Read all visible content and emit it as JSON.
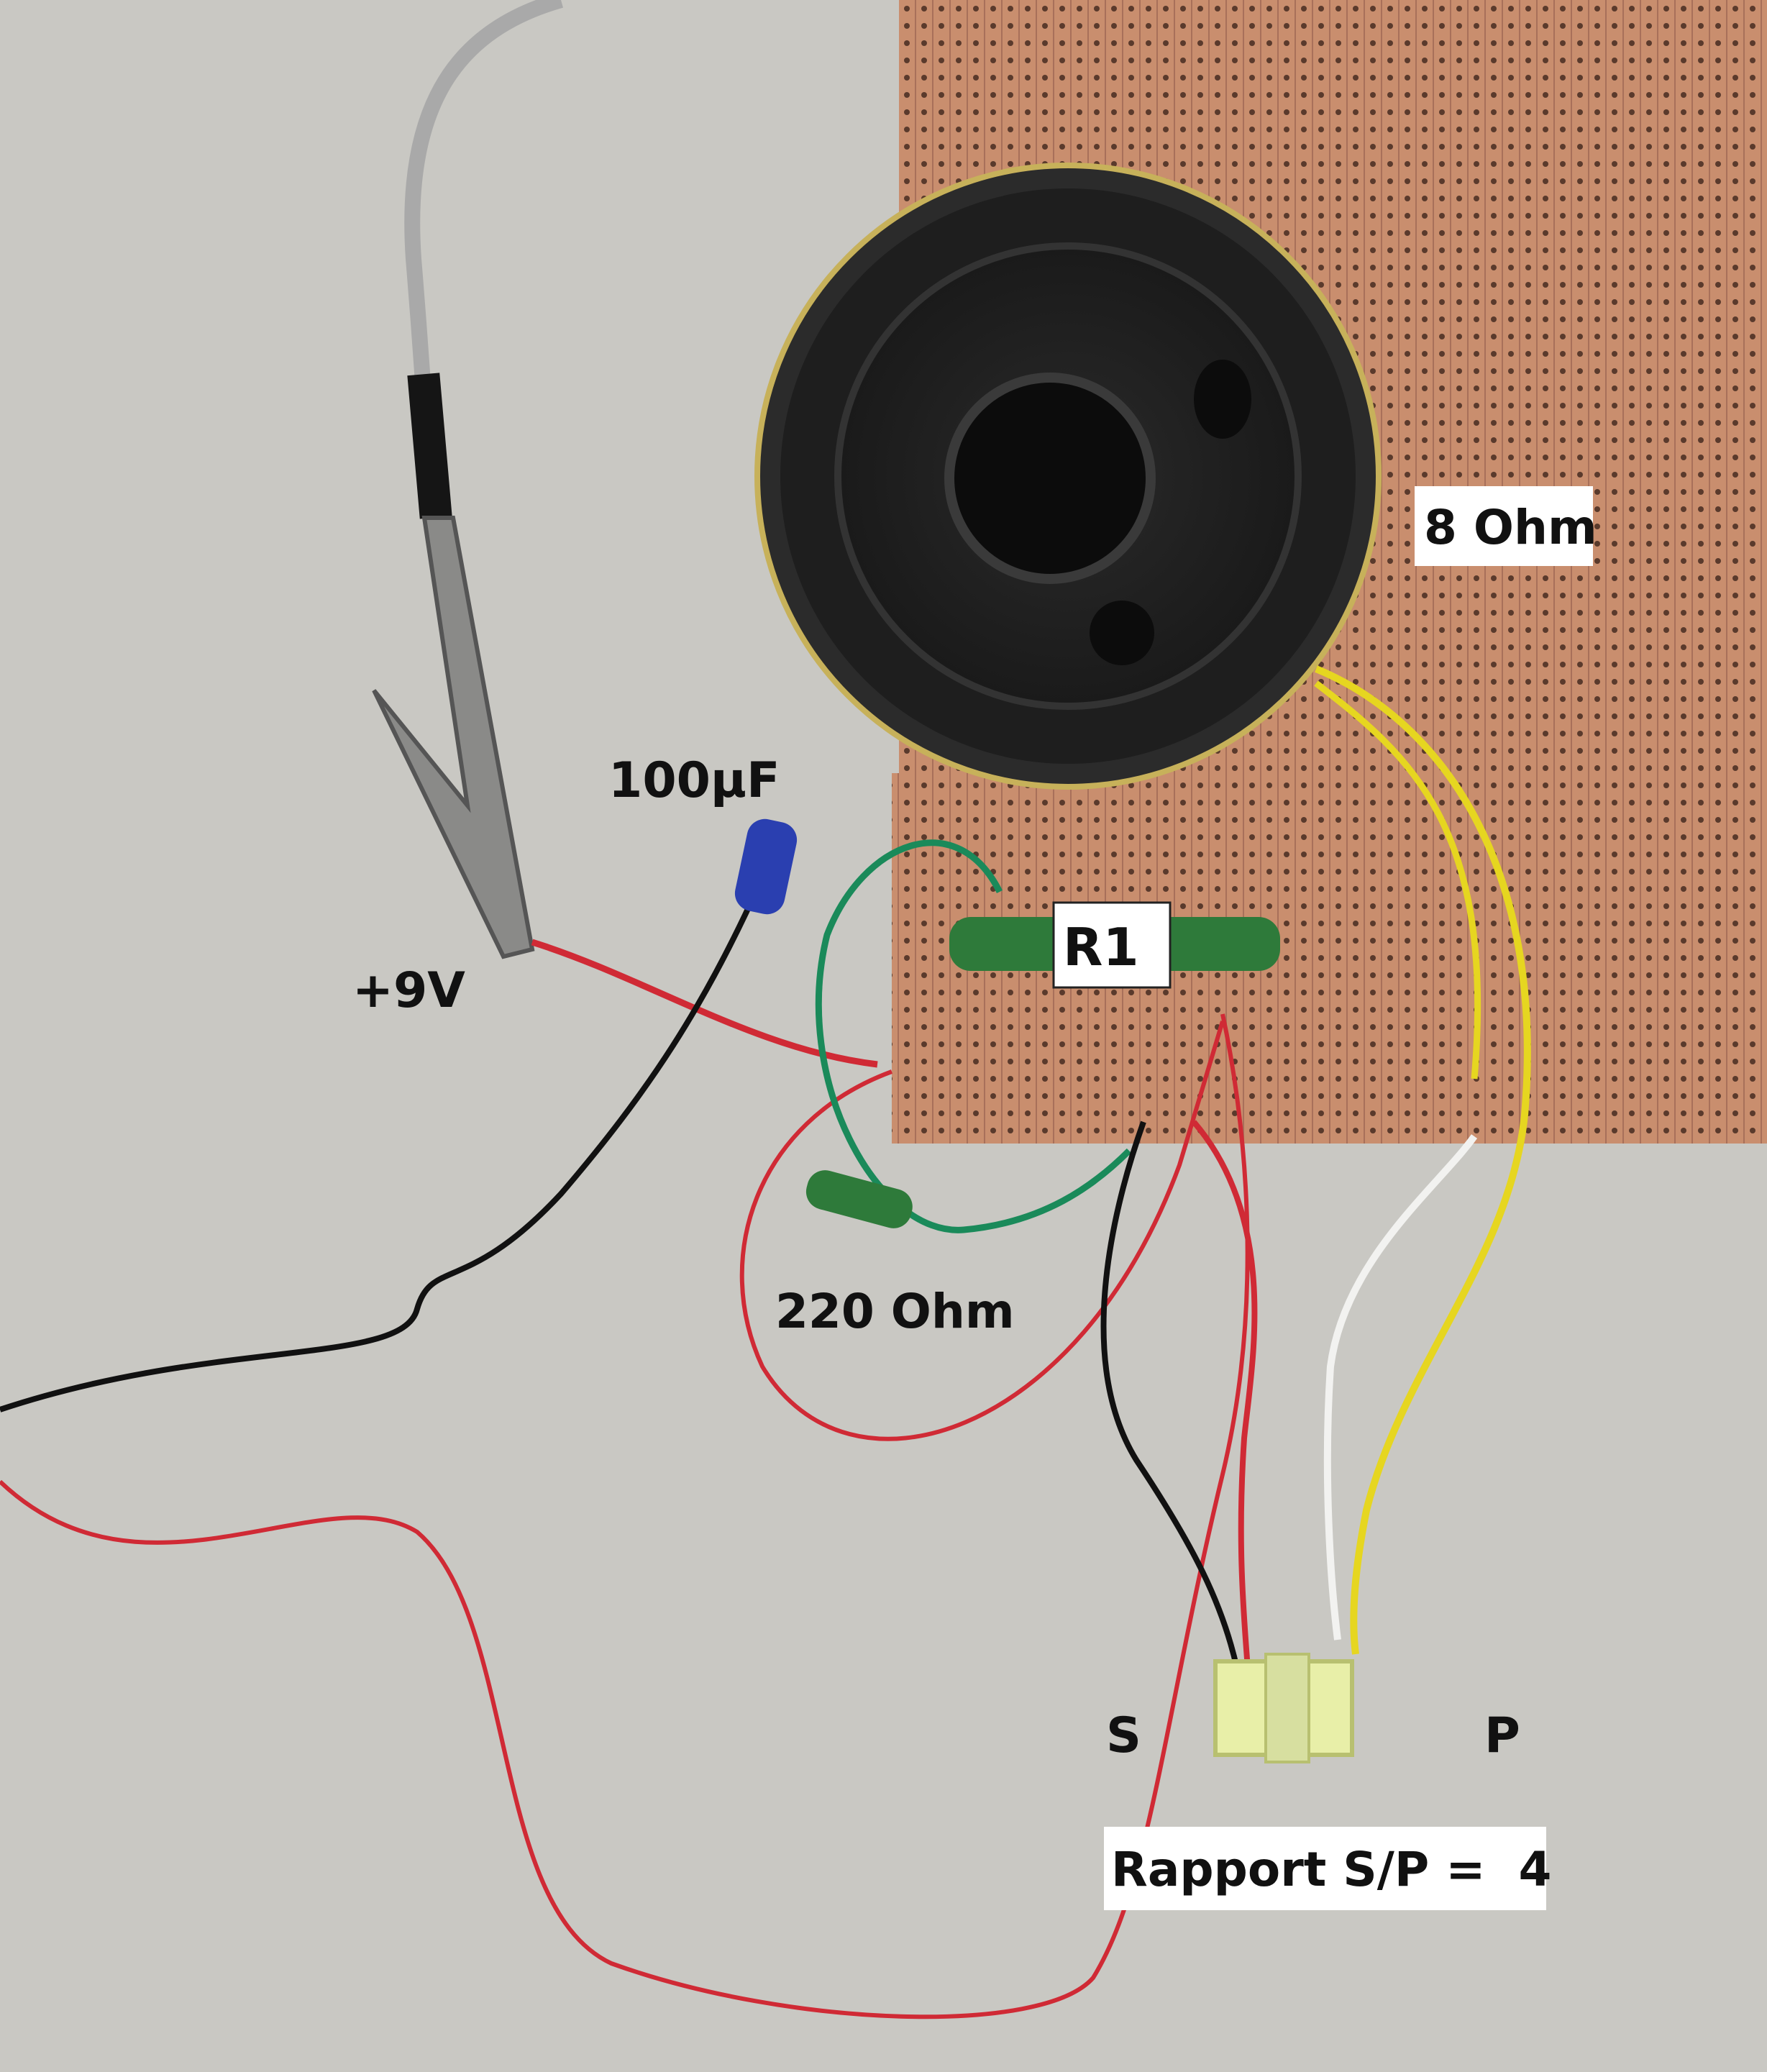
{
  "labels": {
    "speaker": "8 Ohm",
    "capacitor": "100µF",
    "supply": "+9V",
    "resistor_r1": "R1",
    "resistor_220": "220 Ohm",
    "secondary": "S",
    "primary": "P",
    "ratio": "Rapport S/P =  4"
  },
  "colors": {
    "background": "#c9c8c3",
    "board_copper": "#c98e6e",
    "wire_red": "#d02a35",
    "wire_black": "#111111",
    "wire_green": "#1a8a5a",
    "wire_yellow": "#e6d620",
    "wire_white": "#f2f2f0"
  }
}
